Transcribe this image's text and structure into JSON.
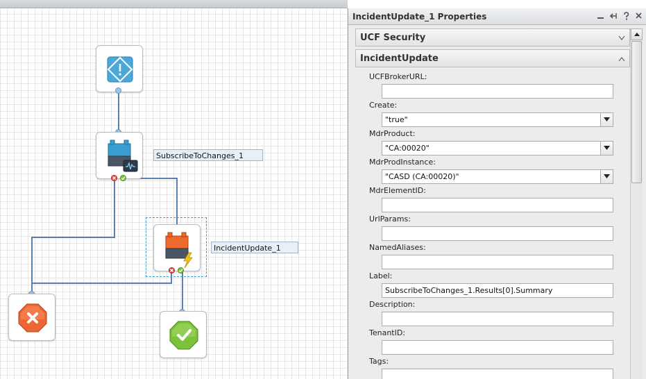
{
  "canvas": {
    "nodes": {
      "start": {
        "icon": "start-diamond-icon"
      },
      "subscribe": {
        "icon": "subscribe-operator-icon",
        "label": "SubscribeToChanges_1"
      },
      "incident": {
        "icon": "incident-update-operator-icon",
        "label": "IncidentUpdate_1"
      },
      "stop_fail": {
        "icon": "stop-failure-icon"
      },
      "stop_ok": {
        "icon": "stop-success-icon"
      }
    }
  },
  "panel": {
    "title": "IncidentUpdate_1 Properties",
    "header_icons": [
      "minimize-icon",
      "dock-icon",
      "help-icon",
      "close-icon"
    ],
    "sections": [
      {
        "title": "UCF Security",
        "state": "collapsed"
      },
      {
        "title": "IncidentUpdate",
        "state": "expanded",
        "fields": [
          {
            "label": "UCFBrokerURL:",
            "type": "text",
            "value": ""
          },
          {
            "label": "Create:",
            "type": "select",
            "value": "\"true\""
          },
          {
            "label": "MdrProduct:",
            "type": "select",
            "value": "\"CA:00020\""
          },
          {
            "label": "MdrProdInstance:",
            "type": "select",
            "value": "\"CASD (CA:00020)\""
          },
          {
            "label": "MdrElementID:",
            "type": "text",
            "value": ""
          },
          {
            "label": "UrlParams:",
            "type": "text",
            "value": ""
          },
          {
            "label": "NamedAliases:",
            "type": "text",
            "value": ""
          },
          {
            "label": "Label:",
            "type": "text",
            "value": "SubscribeToChanges_1.Results[0].Summary"
          },
          {
            "label": "Description:",
            "type": "text",
            "value": ""
          },
          {
            "label": "TenantID:",
            "type": "text",
            "value": ""
          },
          {
            "label": "Tags:",
            "type": "text",
            "value": ""
          }
        ]
      }
    ]
  }
}
